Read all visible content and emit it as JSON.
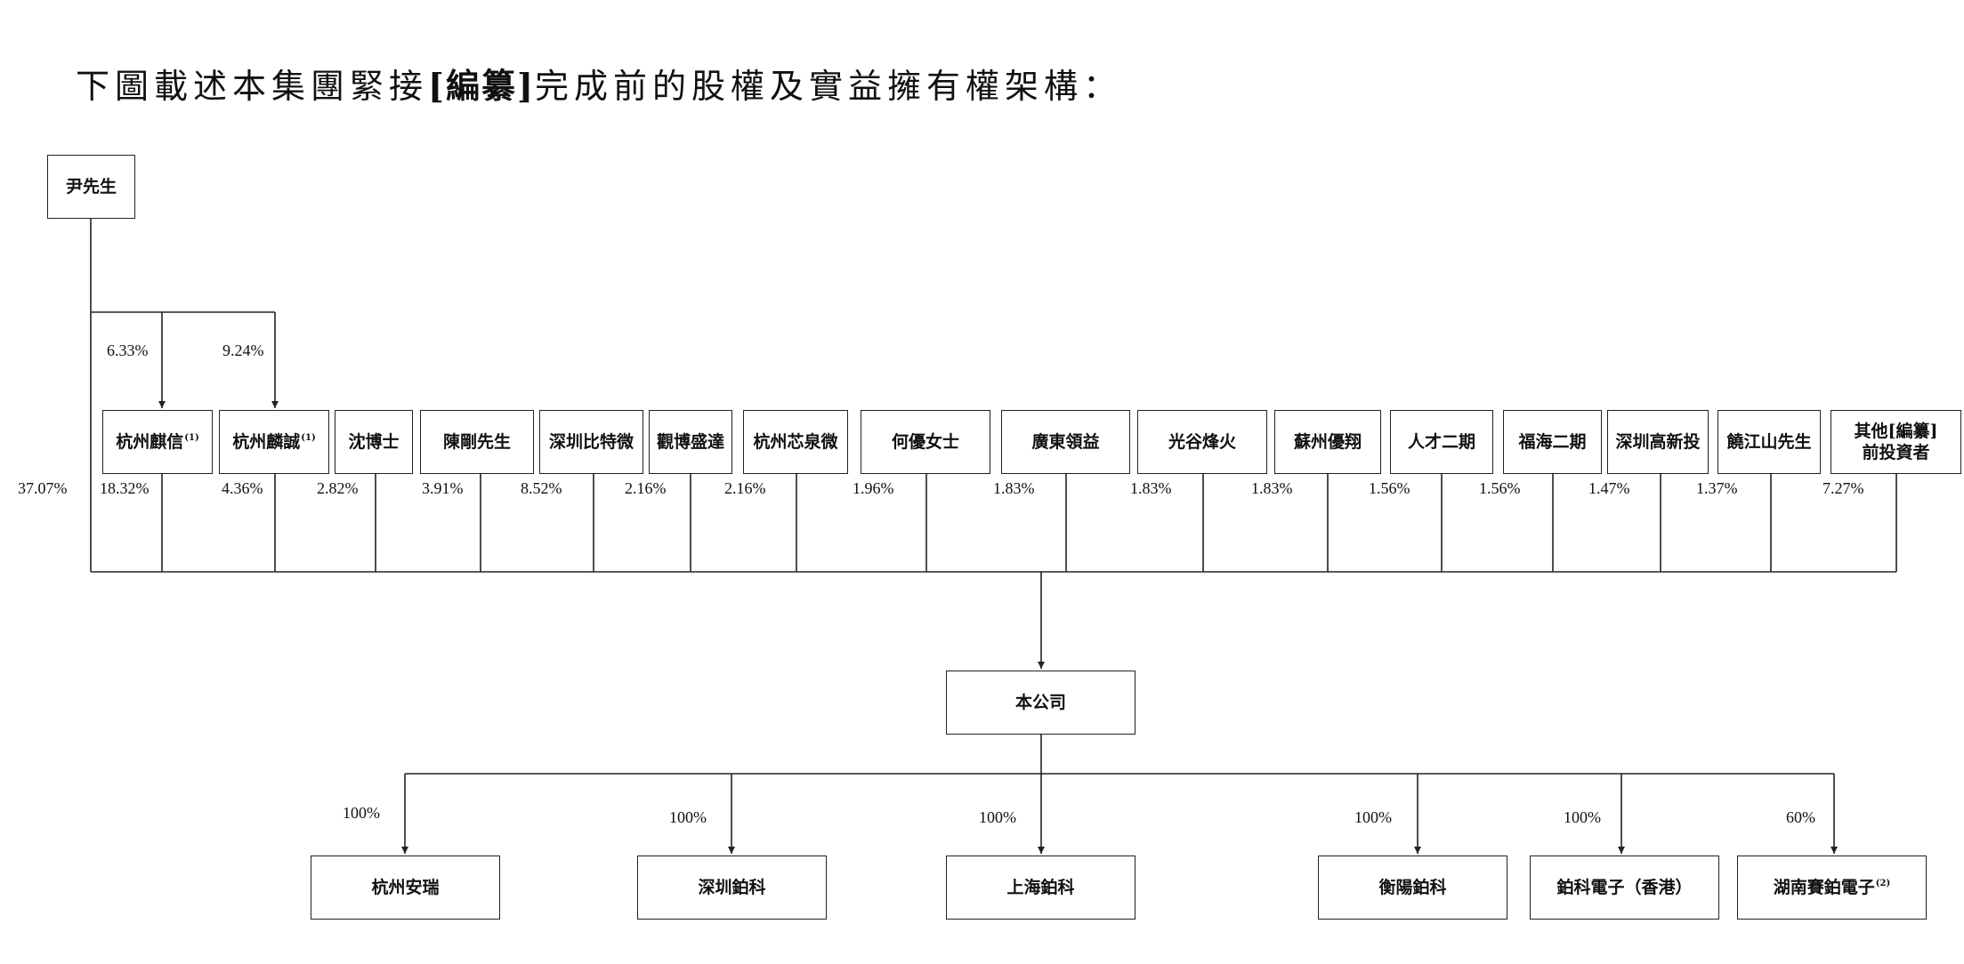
{
  "heading": {
    "text_pre": "下圖載述本集團緊接",
    "bracket_open": "[",
    "redacted": "編纂",
    "bracket_close": "]",
    "text_post": "完成前的股權及實益擁有權架構："
  },
  "top": {
    "mr_yin": "尹先生",
    "mr_yin_direct_pct": "37.07%",
    "to_qixin_pct": "6.33%",
    "to_linchen_pct": "9.24%"
  },
  "shareholders": [
    {
      "name": "杭州麒信",
      "note": "(1)",
      "pct": "18.32%"
    },
    {
      "name": "杭州麟誠",
      "note": "(1)",
      "pct": "4.36%"
    },
    {
      "name": "沈博士",
      "note": "",
      "pct": "2.82%"
    },
    {
      "name": "陳剛先生",
      "note": "",
      "pct": "3.91%"
    },
    {
      "name": "深圳比特微",
      "note": "",
      "pct": "8.52%"
    },
    {
      "name": "觀博盛達",
      "note": "",
      "pct": "2.16%"
    },
    {
      "name": "杭州芯泉微",
      "note": "",
      "pct": "2.16%"
    },
    {
      "name": "何優女士",
      "note": "",
      "pct": "1.96%"
    },
    {
      "name": "廣東領益",
      "note": "",
      "pct": "1.83%"
    },
    {
      "name": "光谷烽火",
      "note": "",
      "pct": "1.83%"
    },
    {
      "name": "蘇州優翔",
      "note": "",
      "pct": "1.83%"
    },
    {
      "name": "人才二期",
      "note": "",
      "pct": "1.56%"
    },
    {
      "name": "福海二期",
      "note": "",
      "pct": "1.56%"
    },
    {
      "name": "深圳高新投",
      "note": "",
      "pct": "1.47%"
    },
    {
      "name": "饒江山先生",
      "note": "",
      "pct": "1.37%"
    },
    {
      "name_line1": "其他[編纂]",
      "name_line2": "前投資者",
      "note": "",
      "pct": "7.27%"
    }
  ],
  "company": "本公司",
  "subsidiaries": [
    {
      "name": "杭州安瑞",
      "note": "",
      "pct": "100%"
    },
    {
      "name": "深圳鉑科",
      "note": "",
      "pct": "100%"
    },
    {
      "name": "上海鉑科",
      "note": "",
      "pct": "100%"
    },
    {
      "name": "衡陽鉑科",
      "note": "",
      "pct": "100%"
    },
    {
      "name": "鉑科電子（香港）",
      "note": "",
      "pct": "100%"
    },
    {
      "name": "湖南賽鉑電子",
      "note": "(2)",
      "pct": "60%"
    }
  ]
}
